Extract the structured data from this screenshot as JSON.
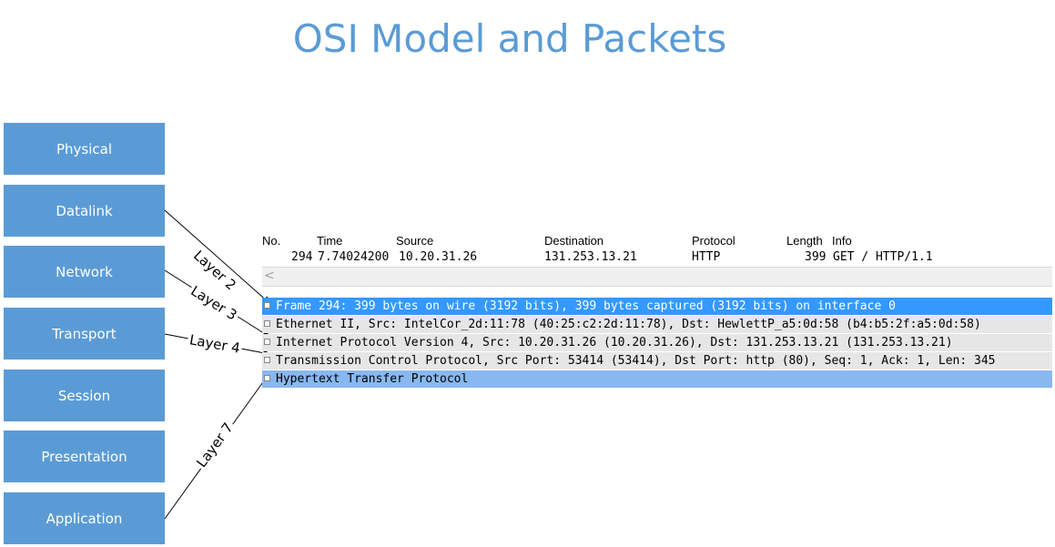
{
  "title": "OSI Model and Packets",
  "layers": [
    "Physical",
    "Datalink",
    "Network",
    "Transport",
    "Session",
    "Presentation",
    "Application"
  ],
  "arrow_labels": [
    "Layer 2",
    "Layer 3",
    "Layer 4",
    "Layer 7"
  ],
  "packet_list": {
    "headers": {
      "no": "No.",
      "time": "Time",
      "source": "Source",
      "destination": "Destination",
      "protocol": "Protocol",
      "length": "Length",
      "info": "Info"
    },
    "row": {
      "no": "294",
      "time": "7.74024200",
      "source": "10.20.31.26",
      "destination": "131.253.13.21",
      "protocol": "HTTP",
      "length": "399",
      "info": "GET / HTTP/1.1"
    },
    "scroll_glyph": "<"
  },
  "details": [
    "Frame 294: 399 bytes on wire (3192 bits), 399 bytes captured (3192 bits) on interface 0",
    "Ethernet II, Src: IntelCor_2d:11:78 (40:25:c2:2d:11:78), Dst: HewlettP_a5:0d:58 (b4:b5:2f:a5:0d:58)",
    "Internet Protocol Version 4, Src: 10.20.31.26 (10.20.31.26), Dst: 131.253.13.21 (131.253.13.21)",
    "Transmission Control Protocol, Src Port: 53414 (53414), Dst Port: http (80), Seq: 1, Ack: 1, Len: 345",
    "Hypertext Transfer Protocol"
  ],
  "colors": {
    "box": "#5b9bd5",
    "title": "#5b9bd5",
    "selected_row": "#3399ff",
    "http_row": "#88b8f0",
    "detail_bg": "#e6e6e6"
  }
}
